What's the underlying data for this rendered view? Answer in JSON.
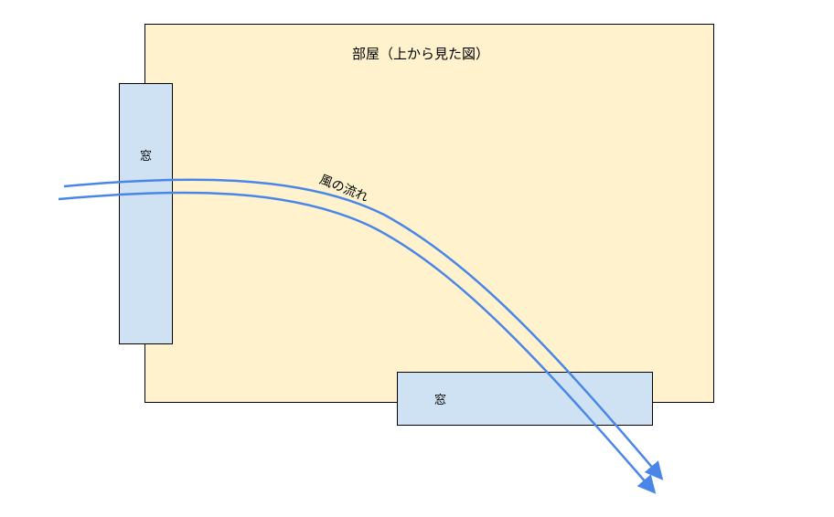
{
  "title": "部屋（上から見た図）",
  "windows": {
    "left_label": "窓",
    "bottom_label": "窓"
  },
  "wind_label": "風の流れ",
  "colors": {
    "room": "#fff2cc",
    "window": "#cfe2f3",
    "arrow": "#4a86e8"
  }
}
